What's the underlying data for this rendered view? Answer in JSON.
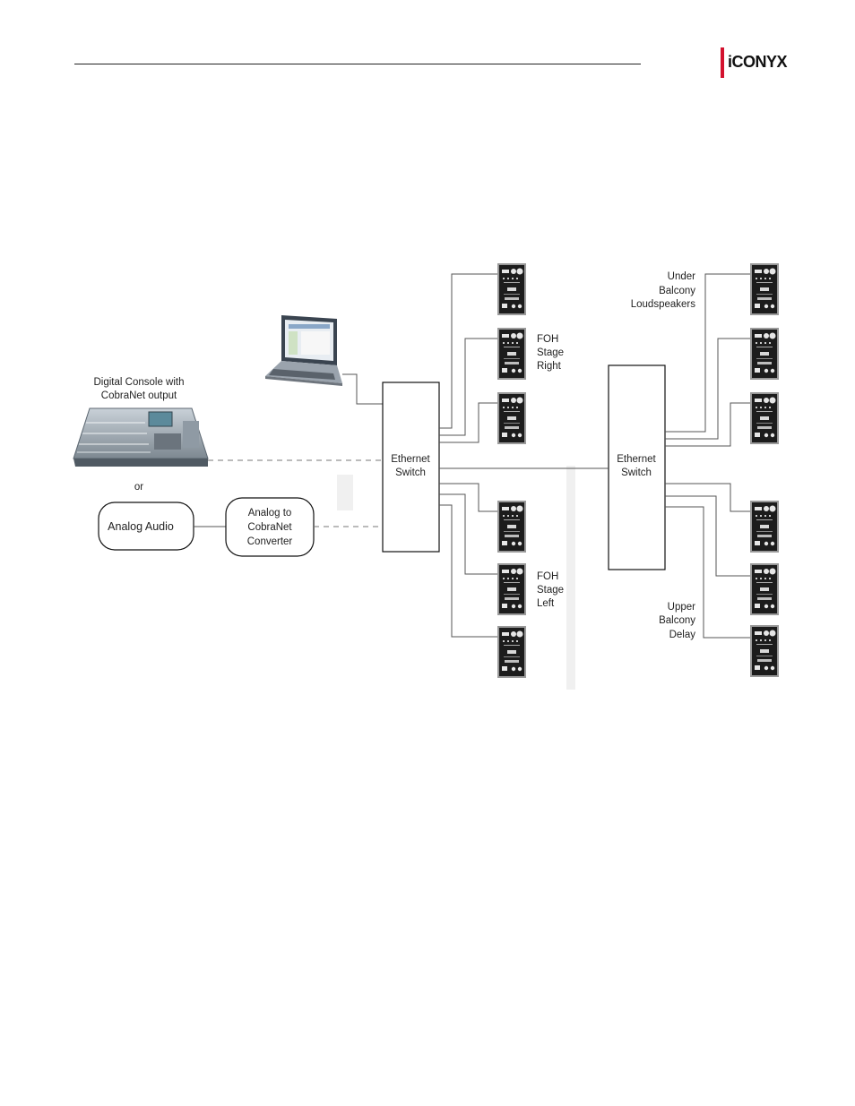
{
  "header": {
    "logo_text": "iCONYX",
    "brand_color": "#d3122e"
  },
  "diagram": {
    "console_label_line1": "Digital Console with",
    "console_label_line2": "CobraNet output",
    "or_label": "or",
    "analog_audio_label": "Analog Audio",
    "converter_line1": "Analog to",
    "converter_line2": "CobraNet",
    "converter_line3": "Converter",
    "switch1_line1": "Ethernet",
    "switch1_line2": "Switch",
    "switch2_line1": "Ethernet",
    "switch2_line2": "Switch",
    "foh_right": [
      "FOH",
      "Stage",
      "Right"
    ],
    "foh_left": [
      "FOH",
      "Stage",
      "Left"
    ],
    "under_balcony": [
      "Under",
      "Balcony",
      "Loudspeakers"
    ],
    "upper_balcony": [
      "Upper",
      "Balcony",
      "Delay"
    ],
    "icons": [
      "laptop-icon",
      "mixing-console-icon",
      "loudspeaker-controller-icon"
    ]
  }
}
